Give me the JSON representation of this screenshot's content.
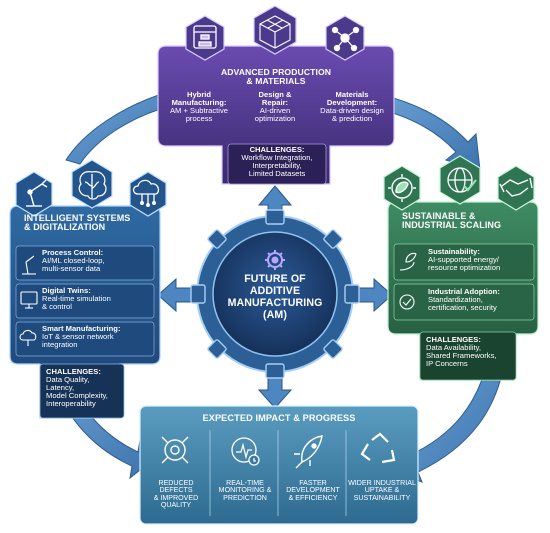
{
  "center": {
    "lines": [
      "FUTURE OF",
      "ADDITIVE",
      "MANUFACTURING",
      "(AM)"
    ]
  },
  "top": {
    "title": [
      "ADVANCED PRODUCTION",
      "& MATERIALS"
    ],
    "items": [
      {
        "head": [
          "Hybrid",
          "Manufacturing:"
        ],
        "body": [
          "AM + Subtractive",
          "process"
        ]
      },
      {
        "head": [
          "Design &",
          "Repair:"
        ],
        "body": [
          "AI-driven",
          "optimization"
        ]
      },
      {
        "head": [
          "Materials",
          "Development:"
        ],
        "body": [
          "Data-driven design",
          "& prediction"
        ]
      }
    ],
    "challenges_title": "CHALLENGES:",
    "challenges": [
      "Workflow Integration,",
      "Interpretability,",
      "Limited Datasets"
    ],
    "icons": [
      "3d-printer-icon",
      "lattice-cube-icon",
      "molecule-icon"
    ]
  },
  "left": {
    "title": [
      "INTELLIGENT SYSTEMS",
      "& DIGITALIZATION"
    ],
    "items": [
      {
        "head": "Process Control:",
        "body": [
          "AI/ML closed-loop,",
          "multi-sensor data"
        ]
      },
      {
        "head": "Digital Twins:",
        "body": [
          "Real-time simulation",
          "& control"
        ]
      },
      {
        "head": "Smart Manufacturing:",
        "body": [
          "IoT & sensor network",
          "integration"
        ]
      }
    ],
    "challenges_title": "CHALLENGES:",
    "challenges": [
      "Data Quality,",
      "Latency,",
      "Model Complexity,",
      "Interoperability"
    ],
    "icons": [
      "robot-arm-icon",
      "brain-icon",
      "cloud-network-icon"
    ]
  },
  "right": {
    "title": [
      "SUSTAINABLE &",
      "INDUSTRIAL SCALING"
    ],
    "items": [
      {
        "head": "Sustainability:",
        "body": [
          "AI-supported energy/",
          "resource optimization"
        ]
      },
      {
        "head": "Industrial Adoption:",
        "body": [
          "Standardization,",
          "certification, security"
        ]
      }
    ],
    "challenges_title": "CHALLENGES:",
    "challenges": [
      "Data Availability,",
      "Shared Frameworks,",
      "IP Concerns"
    ],
    "icons": [
      "gear-leaf-icon",
      "globe-check-icon",
      "handshake-icon"
    ]
  },
  "bottom": {
    "title": "EXPECTED IMPACT & PROGRESS",
    "items": [
      [
        "REDUCED DEFECTS",
        "& IMPROVED",
        "QUALITY"
      ],
      [
        "REAL-TIME",
        "MONITORING &",
        "PREDICTION"
      ],
      [
        "FASTER",
        "DEVELOPMENT",
        "& EFFICIENCY"
      ],
      [
        "WIDER INDUSTRIAL",
        "UPTAKE &",
        "SUSTAINABILITY"
      ]
    ]
  },
  "colors": {
    "purple": "#5a3f99",
    "blue": "#2a5f93",
    "green": "#2f6f52",
    "impact": "#4f8fb0",
    "arrow": "#4d86c0",
    "center": "#21457b"
  }
}
